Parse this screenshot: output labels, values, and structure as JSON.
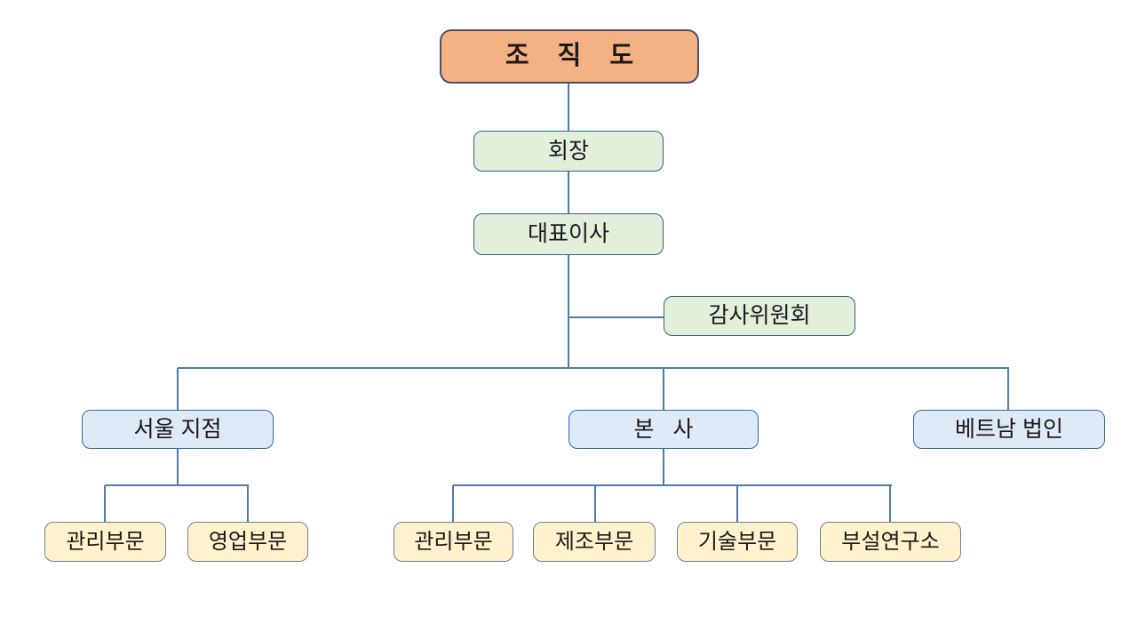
{
  "diagram": {
    "type": "organization-chart",
    "title": "조 직 도"
  },
  "org": {
    "title": {
      "label": "조 직 도"
    },
    "chairman": {
      "label": "회장"
    },
    "ceo": {
      "label": "대표이사"
    },
    "audit_committee": {
      "label": "감사위원회"
    },
    "branches": [
      {
        "label": "서울 지점",
        "children": [
          {
            "label": "관리부문"
          },
          {
            "label": "영업부문"
          }
        ]
      },
      {
        "label": "본 사",
        "children": [
          {
            "label": "관리부문"
          },
          {
            "label": "제조부문"
          },
          {
            "label": "기술부문"
          },
          {
            "label": "부설연구소"
          }
        ]
      },
      {
        "label": "베트남 법인",
        "children": []
      }
    ]
  },
  "colors": {
    "background": "#FFFFFF",
    "title_fill": "#F4B183",
    "title_border": "#465362",
    "executive_fill": "#E2EFDA",
    "executive_border": "#35617E",
    "branch_fill": "#DEEBF7",
    "branch_border": "#3566A5",
    "department_fill": "#FFF2CC",
    "department_border": "#6F7F93",
    "connector": "#4F7CA6",
    "text": "#1A1A1A"
  }
}
